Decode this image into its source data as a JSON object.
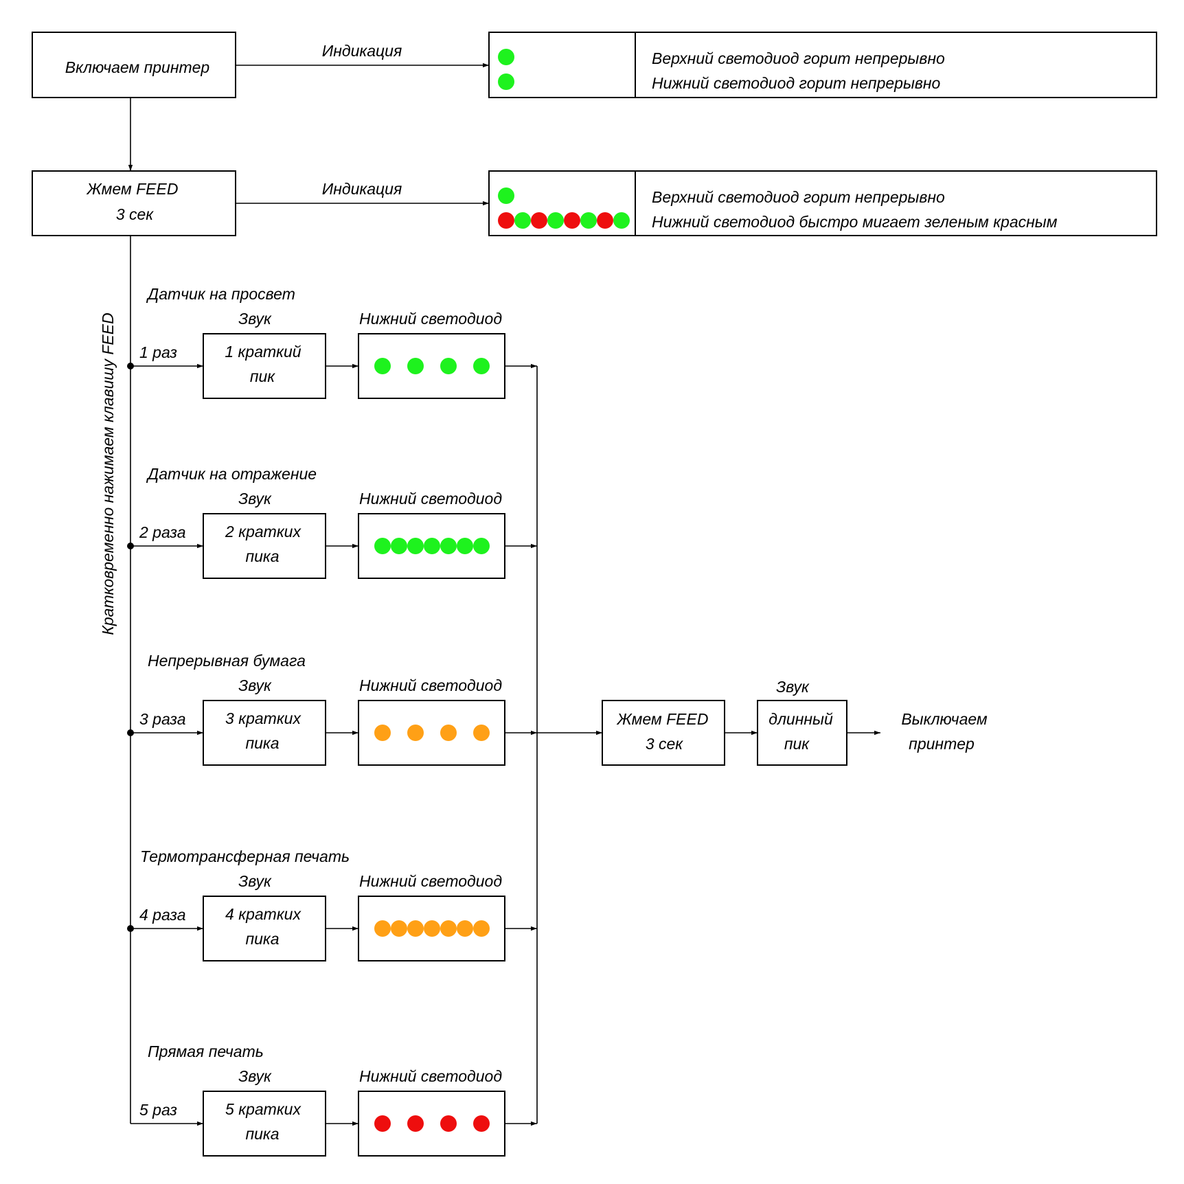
{
  "colors": {
    "green": "#1ef21e",
    "red": "#ee0e0e",
    "orange": "#ffa016"
  },
  "top": {
    "power_on_label": "Включаем принтер",
    "indication_label": "Индикация",
    "power_on_leds": {
      "upper": [
        "green"
      ],
      "lower": [
        "green"
      ]
    },
    "power_on_desc": [
      "Верхний светодиод горит непрерывно",
      "Нижний светодиод горит непрерывно"
    ],
    "feed_label": [
      "Жмем FEED",
      "3 сек"
    ],
    "feed_leds": {
      "upper": [
        "green"
      ],
      "lower": [
        "red",
        "green",
        "red",
        "green",
        "red",
        "green",
        "red",
        "green"
      ]
    },
    "feed_desc": [
      "Верхний светодиод горит непрерывно",
      "Нижний светодиод быстро мигает зеленым красным"
    ]
  },
  "vertical_label": "Кратковременно нажимаем клавишу FEED",
  "sound_header": "Звук",
  "led_header": "Нижний светодиод",
  "modes": [
    {
      "title": "Датчик на просвет",
      "presses": "1 раз",
      "sound": [
        "1 краткий",
        "пик"
      ],
      "leds": [
        "green",
        "green",
        "green",
        "green"
      ],
      "pattern": "slow"
    },
    {
      "title": "Датчик на отражение",
      "presses": "2 раза",
      "sound": [
        "2 кратких",
        "пика"
      ],
      "leds": [
        "green",
        "green",
        "green",
        "green",
        "green",
        "green",
        "green"
      ],
      "pattern": "fast"
    },
    {
      "title": "Непрерывная бумага",
      "presses": "3 раза",
      "sound": [
        "3 кратких",
        "пика"
      ],
      "leds": [
        "orange",
        "orange",
        "orange",
        "orange"
      ],
      "pattern": "slow"
    },
    {
      "title": "Термотрансферная печать",
      "presses": "4 раза",
      "sound": [
        "4 кратких",
        "пика"
      ],
      "leds": [
        "orange",
        "orange",
        "orange",
        "orange",
        "orange",
        "orange",
        "orange"
      ],
      "pattern": "fast"
    },
    {
      "title": "Прямая печать",
      "presses": "5 раз",
      "sound": [
        "5 кратких",
        "пика"
      ],
      "leds": [
        "red",
        "red",
        "red",
        "red"
      ],
      "pattern": "slow"
    }
  ],
  "final": {
    "feed_label": [
      "Жмем FEED",
      "3 сек"
    ],
    "sound_label": "Звук",
    "sound": [
      "длинный",
      "пик"
    ],
    "off_label": [
      "Выключаем",
      "принтер"
    ]
  }
}
